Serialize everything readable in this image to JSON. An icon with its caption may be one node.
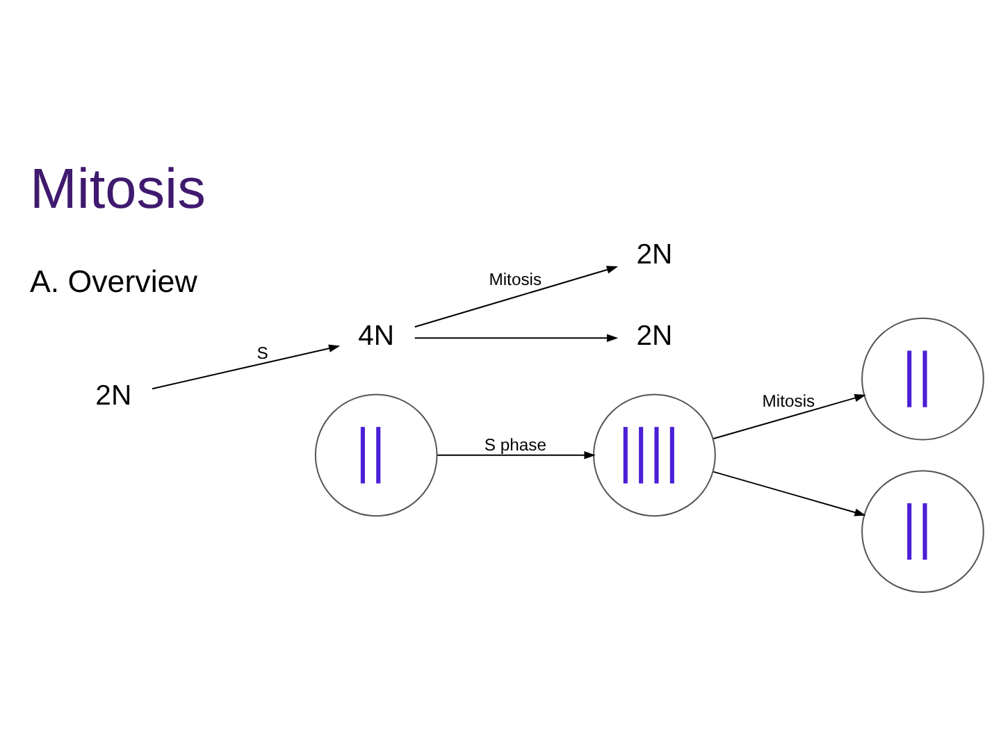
{
  "diagram": {
    "title": "Mitosis",
    "nodes": [
      {
        "text": [
          "2N"
        ]
      },
      {
        "text": [
          "4N"
        ]
      },
      {
        "text": [
          "2N"
        ]
      },
      {
        "text": [
          "2N"
        ]
      },
      {
        "text": [],
        "shape": "circle"
      },
      {
        "text": [],
        "shape": "circle"
      },
      {
        "text": [],
        "shape": "circle"
      },
      {
        "text": [],
        "shape": "circle"
      }
    ],
    "edges": [
      {
        "from": 0,
        "to": 1,
        "arrow": "to",
        "label": "S"
      },
      {
        "from": 1,
        "to": 2,
        "arrow": "to",
        "label": "Mitosis"
      },
      {
        "from": 1,
        "to": 3,
        "arrow": "to"
      },
      {
        "from": 4,
        "to": 5,
        "arrow": "to",
        "label": "S phase"
      },
      {
        "from": 5,
        "to": 6,
        "arrow": "to",
        "label": "Mitosis"
      },
      {
        "from": 5,
        "to": 7,
        "arrow": "to"
      }
    ],
    "labels": [
      "A. Overview"
    ]
  }
}
